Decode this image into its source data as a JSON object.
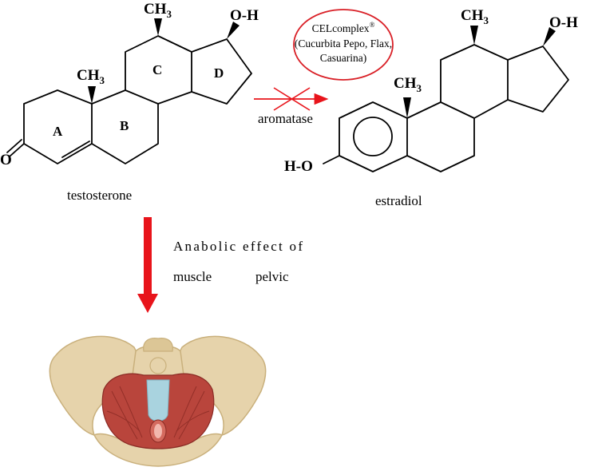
{
  "testosterone": {
    "name": "testosterone",
    "methyl_1": "CH",
    "methyl_1_sub": "3",
    "methyl_2": "CH",
    "methyl_2_sub": "3",
    "hydroxyl": "O-H",
    "ketone": "O",
    "ring_labels": [
      "A",
      "B",
      "C",
      "D"
    ]
  },
  "estradiol": {
    "name": "estradiol",
    "methyl_1": "CH",
    "methyl_1_sub": "3",
    "methyl_2": "CH",
    "methyl_2_sub": "3",
    "hydroxyl": "O-H",
    "phenol": "H-O"
  },
  "inhibitor": {
    "name": "CELcomplex",
    "registered": "®",
    "line2": "(Cucurbita Pepo, Flax,",
    "line3": "Casuarina)"
  },
  "reaction": {
    "enzyme": "aromatase"
  },
  "effect": {
    "line1": "Anabolic effect of",
    "line2_a": "muscle",
    "line2_b": "pelvic"
  },
  "colors": {
    "arrow": "#e8141b",
    "ellipse": "#d91f26",
    "bone": "#e6d3ab",
    "bone_shadow": "#c9b07c",
    "muscle": "#b9453c",
    "muscle_dark": "#8a2a24",
    "fascia": "#a9d3df"
  }
}
